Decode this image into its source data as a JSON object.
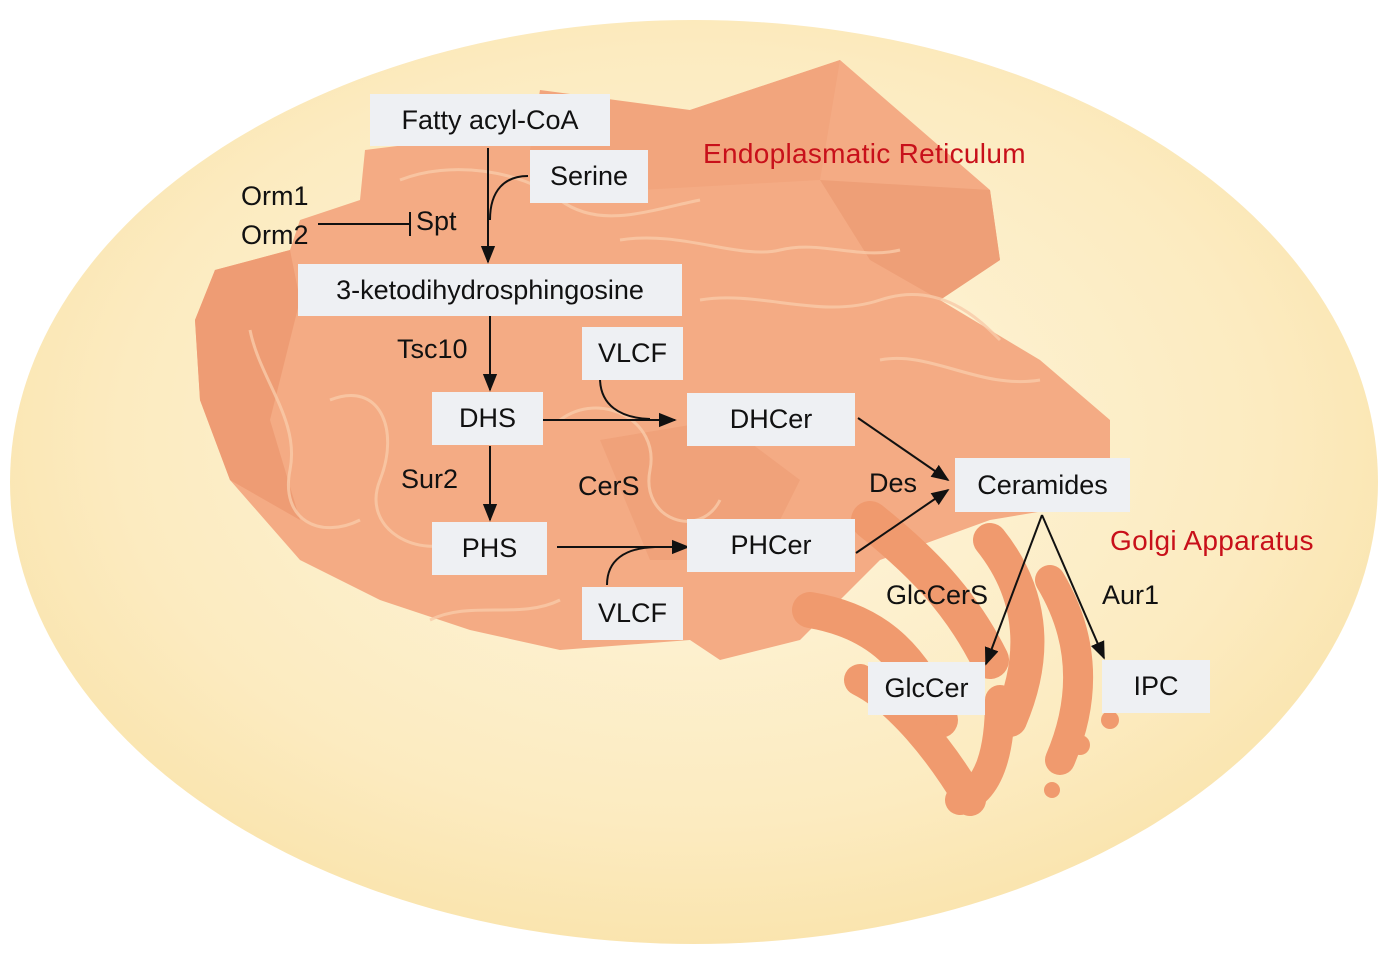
{
  "colors": {
    "cell": "#fbe9bc",
    "cell_inner": "#fdf3d6",
    "er": "#f2a77f",
    "er_dark": "#e8956c",
    "golgi": "#f09a6e",
    "box_fill": "#eef0f3",
    "text": "#111111",
    "organelle_label": "#c8101a"
  },
  "organelles": {
    "er_label": "Endoplasmatic Reticulum",
    "golgi_label": "Golgi Apparatus"
  },
  "metabolites": {
    "fatty_acyl_coa": "Fatty acyl-CoA",
    "serine": "Serine",
    "ketodihydrosphingosine": "3-ketodihydrosphingosine",
    "dhs": "DHS",
    "phs": "PHS",
    "vlcf_top": "VLCF",
    "vlcf_bottom": "VLCF",
    "dhcer": "DHCer",
    "phcer": "PHCer",
    "ceramides": "Ceramides",
    "glccer": "GlcCer",
    "ipc": "IPC"
  },
  "enzymes": {
    "orm1": "Orm1",
    "orm2": "Orm2",
    "spt": "Spt",
    "tsc10": "Tsc10",
    "sur2": "Sur2",
    "cers": "CerS",
    "des": "Des",
    "glccers": "GlcCerS",
    "aur1": "Aur1"
  }
}
